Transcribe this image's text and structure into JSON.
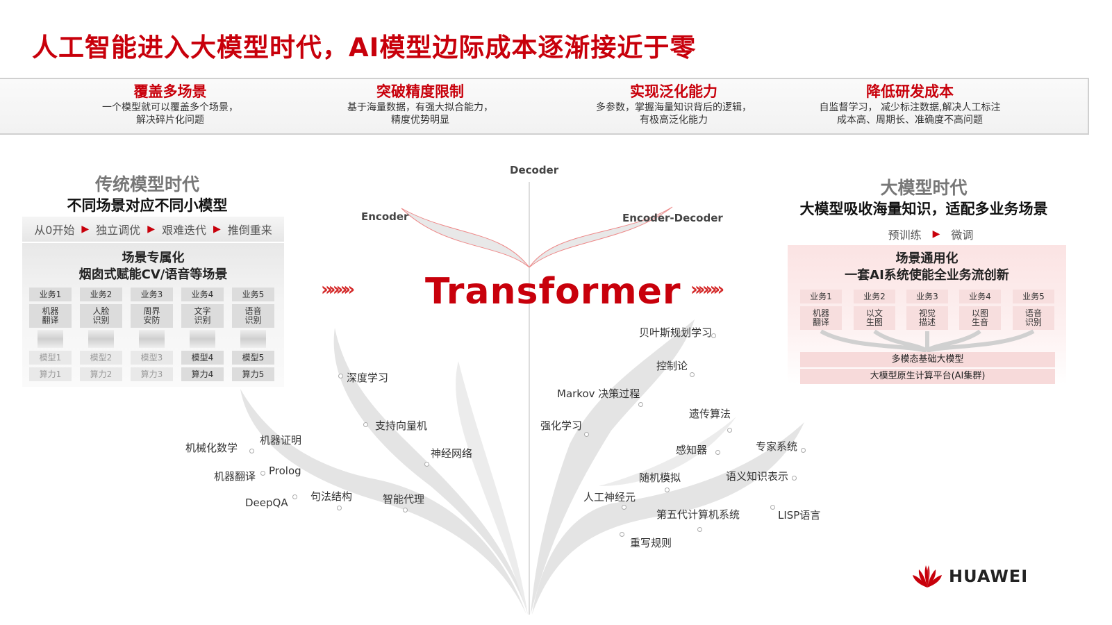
{
  "title": "人工智能进入大模型时代，AI模型边际成本逐渐接近于零",
  "benefits": [
    {
      "title": "覆盖多场景",
      "line1": "一个模型就可以覆盖多个场景，",
      "line2": "解决碎片化问题"
    },
    {
      "title": "突破精度限制",
      "line1": "基于海量数据，有强大拟合能力，",
      "line2": "精度优势明显"
    },
    {
      "title": "实现泛化能力",
      "line1": "多参数，掌握海量知识背后的逻辑，",
      "line2": "有极高泛化能力"
    },
    {
      "title": "降低研发成本",
      "line1": "自监督学习， 减少标注数据,解决人工标注",
      "line2": "成本高、周期长、准确度不高问题"
    }
  ],
  "traditional": {
    "title": "传统模型时代",
    "subtitle": "不同场景对应不同小模型",
    "steps": [
      "从0开始",
      "独立调优",
      "艰难迭代",
      "推倒重来"
    ],
    "box_title1": "场景专属化",
    "box_title2": "烟囱式赋能CV/语音等场景",
    "tasks": [
      "业务1",
      "业务2",
      "业务3",
      "业务4",
      "业务5"
    ],
    "scenes": [
      [
        "机器",
        "翻译"
      ],
      [
        "人脸",
        "识别"
      ],
      [
        "周界",
        "安防"
      ],
      [
        "文字",
        "识别"
      ],
      [
        "语音",
        "识别"
      ]
    ],
    "models": [
      "模型1",
      "模型2",
      "模型3",
      "模型4",
      "模型5"
    ],
    "compute": [
      "算力1",
      "算力2",
      "算力3",
      "算力4",
      "算力5"
    ]
  },
  "large": {
    "title": "大模型时代",
    "subtitle": "大模型吸收海量知识，适配多业务场景",
    "steps": [
      "预训练",
      "微调"
    ],
    "box_title1": "场景通用化",
    "box_title2": "一套AI系统使能全业务流创新",
    "tasks": [
      "业务1",
      "业务2",
      "业务3",
      "业务4",
      "业务5"
    ],
    "scenes": [
      [
        "机器",
        "翻译"
      ],
      [
        "以文",
        "生图"
      ],
      [
        "视觉",
        "描述"
      ],
      [
        "以图",
        "生音"
      ],
      [
        "语音",
        "识别"
      ]
    ],
    "base_model": "多模态基础大模型",
    "platform": "大模型原生计算平台(AI集群)"
  },
  "tree": {
    "center": "Transformer",
    "decoder": "Decoder",
    "encoder": "Encoder",
    "encdec": "Encoder-Decoder",
    "left_terms": [
      "深度学习",
      "支持向量机",
      "神经网络",
      "机械化数学",
      "机器证明",
      "机器翻译",
      "Prolog",
      "DeepQA",
      "句法结构",
      "智能代理"
    ],
    "right_terms": [
      "贝叶斯规划学习",
      "控制论",
      "Markov 决策过程",
      "强化学习",
      "遗传算法",
      "感知器",
      "专家系统",
      "随机模拟",
      "语义知识表示",
      "人工神经元",
      "第五代计算机系统",
      "LISP语言",
      "重写规则"
    ]
  },
  "logo": "HUAWEI",
  "colors": {
    "accent": "#c8000b",
    "chevron": "#d42a2a"
  }
}
